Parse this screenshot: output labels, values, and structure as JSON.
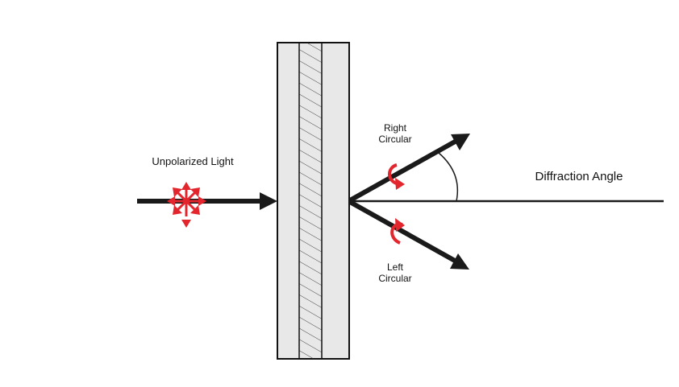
{
  "labels": {
    "unpolarized": "Unpolarized Light",
    "right_line1": "Right",
    "right_line2": "Circular",
    "left_line1": "Left",
    "left_line2": "Circular",
    "angle": "Diffraction Angle"
  },
  "colors": {
    "ink": "#1a1a1a",
    "accent": "#e3262d",
    "plate_fill": "#e8e8e9",
    "hatch": "#444444"
  },
  "icons": {
    "polarization": "red-starburst-arrows",
    "right_rotation": "red-curved-arrow-right",
    "left_rotation": "red-curved-arrow-left"
  }
}
